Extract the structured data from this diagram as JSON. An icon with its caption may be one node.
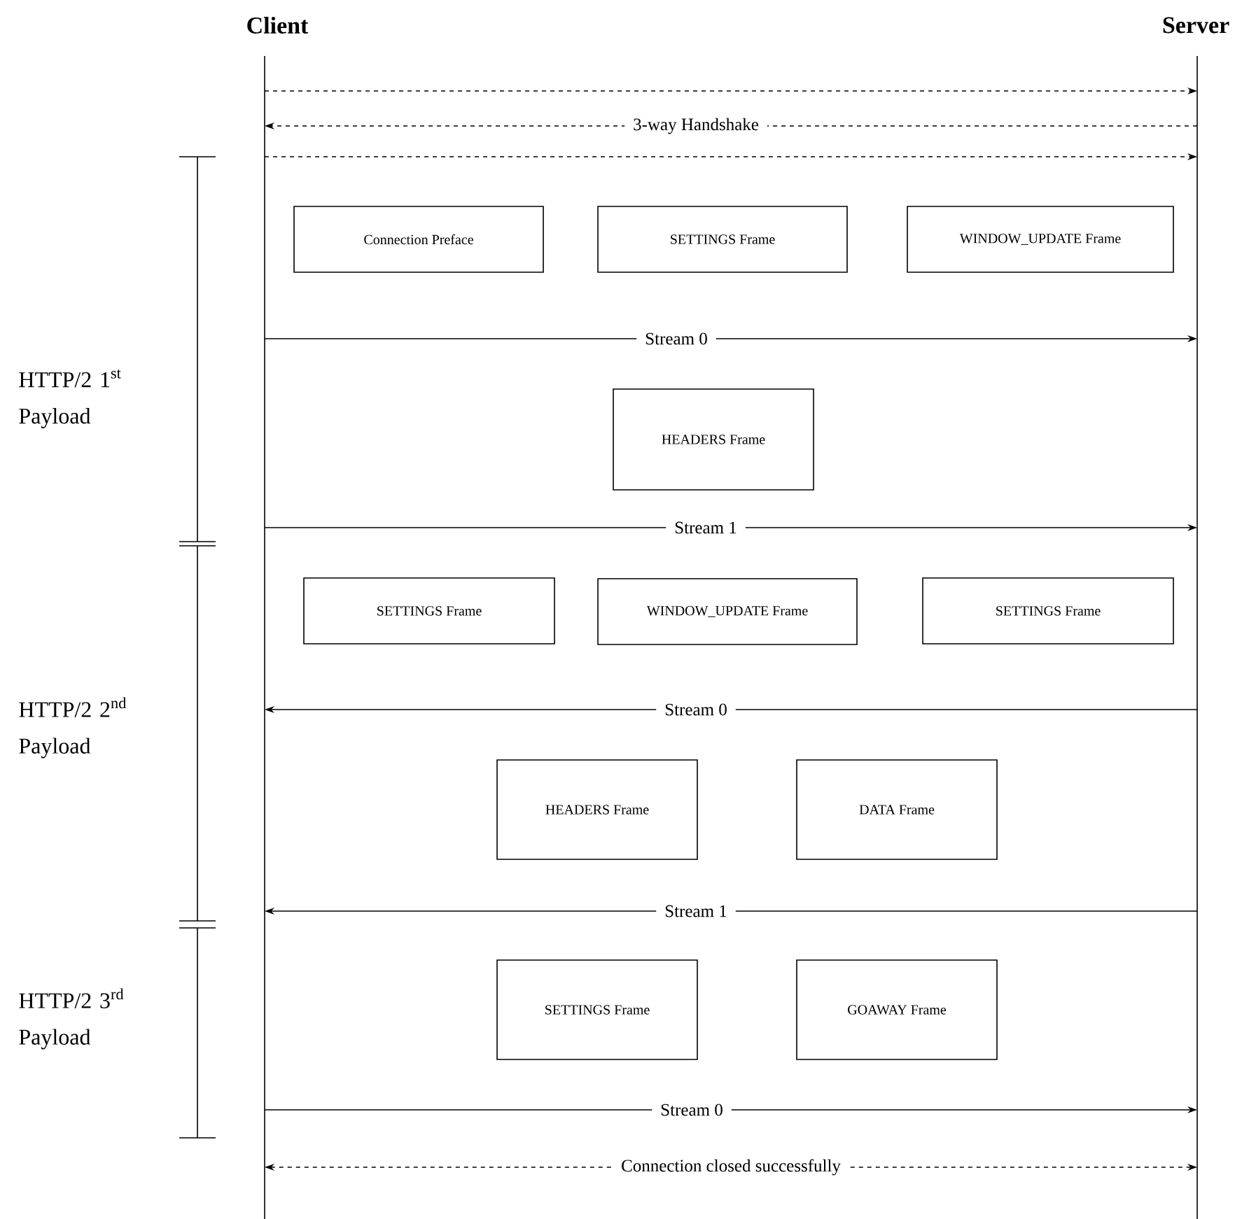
{
  "diagram": {
    "nodes": [
      {
        "text": [
          "Client"
        ]
      },
      {
        "text": [
          "Server"
        ]
      },
      {
        "text": [
          "Connection Preface"
        ]
      },
      {
        "text": [
          "SETTINGS Frame"
        ]
      },
      {
        "text": [
          "WINDOW_UPDATE Frame"
        ]
      },
      {
        "text": [
          "HEADERS Frame"
        ]
      },
      {
        "text": [
          "SETTINGS Frame"
        ]
      },
      {
        "text": [
          "WINDOW_UPDATE Frame"
        ]
      },
      {
        "text": [
          "SETTINGS Frame"
        ]
      },
      {
        "text": [
          "HEADERS Frame"
        ]
      },
      {
        "text": [
          "DATA Frame"
        ]
      },
      {
        "text": [
          "SETTINGS Frame"
        ]
      },
      {
        "text": [
          "GOAWAY Frame"
        ]
      }
    ],
    "edges": [
      {
        "from": 0,
        "to": 1,
        "arrow": "to",
        "style": "dashed"
      },
      {
        "from": 1,
        "to": 0,
        "arrow": "to",
        "style": "dashed",
        "label": "3-way Handshake"
      },
      {
        "from": 0,
        "to": 1,
        "arrow": "to",
        "style": "dashed"
      },
      {
        "from": 0,
        "to": 1,
        "arrow": "to",
        "label": "Stream 0"
      },
      {
        "from": 0,
        "to": 1,
        "arrow": "to",
        "label": "Stream 1"
      },
      {
        "from": 1,
        "to": 0,
        "arrow": "to",
        "label": "Stream 0"
      },
      {
        "from": 1,
        "to": 0,
        "arrow": "to",
        "label": "Stream 1"
      },
      {
        "from": 0,
        "to": 1,
        "arrow": "to",
        "label": "Stream 0"
      },
      {
        "from": 0,
        "to": 1,
        "arrow": "both",
        "style": "dashed",
        "label": "Connection closed successfully"
      }
    ],
    "labels": [
      "HTTP/2 1$^{st}$ Payload",
      "HTTP/2 2$^{nd}$ Payload",
      "HTTP/2 3$^{rd}$ Payload"
    ]
  }
}
